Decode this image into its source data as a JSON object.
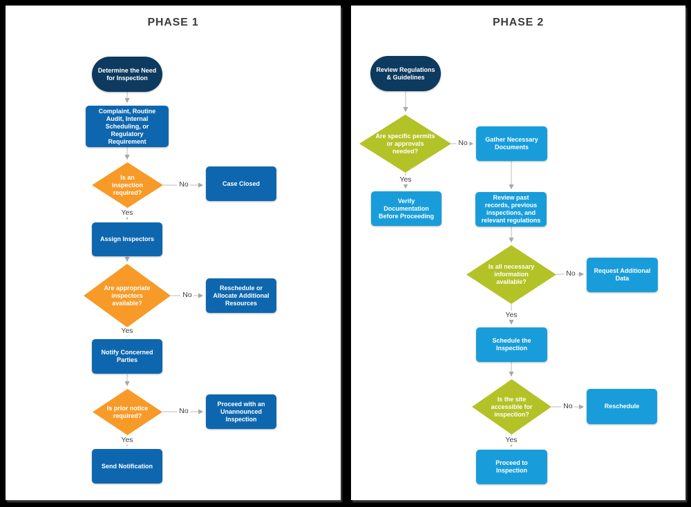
{
  "colors": {
    "background": "#000000",
    "panel": "#ffffff",
    "navy_oval": "#0d3a5f",
    "navy_rect": "#0e67ae",
    "cyan_rect": "#199dda",
    "orange_diamond": "#f79a28",
    "green_diamond": "#b3c226",
    "connector_gray": "#c6c6c6",
    "label_text": "#3d3d3d"
  },
  "labels": {
    "yes": "Yes",
    "no": "No"
  },
  "phase1": {
    "title": "PHASE 1",
    "start": "Determine the Need for Inspection",
    "source": "Complaint, Routine Audit, Internal Scheduling, or Regulatory Requirement",
    "decision_inspection_required": "Is an inspection required?",
    "case_closed": "Case Closed",
    "assign_inspectors": "Assign Inspectors",
    "decision_inspectors_available": "Are appropriate inspectors available?",
    "reschedule_resources": "Reschedule or Allocate Additional Resources",
    "notify_parties": "Notify Concerned Parties",
    "decision_prior_notice": "Is prior notice required?",
    "unannounced_inspection": "Proceed with an Unannounced Inspection",
    "send_notification": "Send Notification"
  },
  "phase2": {
    "title": "PHASE 2",
    "start": "Review Regulations & Guidelines",
    "decision_permits_needed": "Are specific permits or approvals needed?",
    "gather_documents": "Gather Necessary Documents",
    "verify_documentation": "Verify Documentation Before Proceeding",
    "review_records": "Review past records, previous inspections, and relevant regulations",
    "decision_info_available": "Is all necessary information available?",
    "request_additional_data": "Request Additional Data",
    "schedule_inspection": "Schedule the Inspection",
    "decision_site_accessible": "Is the site accessible for inspection?",
    "reschedule": "Reschedule",
    "proceed_to_inspection": "Proceed to Inspection"
  }
}
